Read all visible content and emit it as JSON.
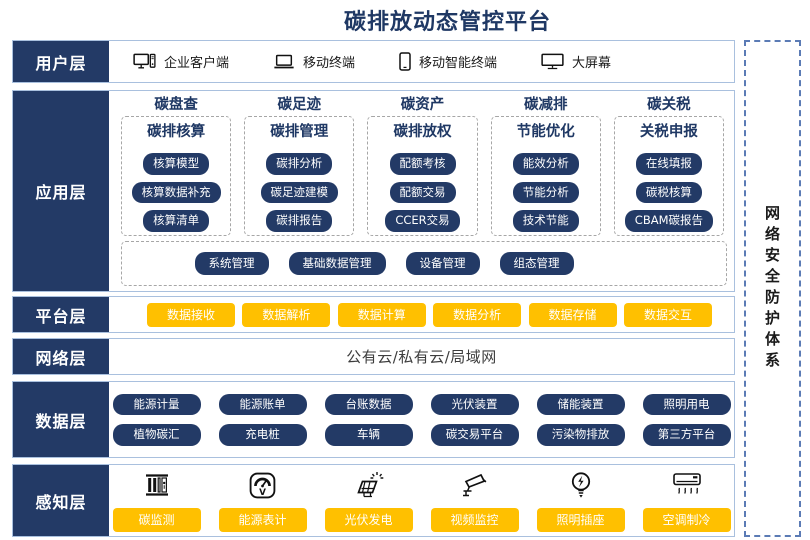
{
  "title": "碳排放动态管控平台",
  "security": {
    "label": "网络安全防护体系"
  },
  "user_layer": {
    "label": "用户层",
    "items": [
      {
        "icon": "desktop-computer-icon",
        "label": "企业客户端"
      },
      {
        "icon": "laptop-icon",
        "label": "移动终端"
      },
      {
        "icon": "smartphone-icon",
        "label": "移动智能终端"
      },
      {
        "icon": "monitor-icon",
        "label": "大屏幕"
      }
    ]
  },
  "app_layer": {
    "label": "应用层",
    "columns": [
      {
        "header": "碳盘查",
        "subheader": "碳排核算",
        "buttons": [
          "核算模型",
          "核算数据补充",
          "核算清单"
        ]
      },
      {
        "header": "碳足迹",
        "subheader": "碳排管理",
        "buttons": [
          "碳排分析",
          "碳足迹建模",
          "碳排报告"
        ]
      },
      {
        "header": "碳资产",
        "subheader": "碳排放权",
        "buttons": [
          "配额考核",
          "配额交易",
          "CCER交易"
        ]
      },
      {
        "header": "碳减排",
        "subheader": "节能优化",
        "buttons": [
          "能效分析",
          "节能分析",
          "技术节能"
        ]
      },
      {
        "header": "碳关税",
        "subheader": "关税申报",
        "buttons": [
          "在线填报",
          "碳税核算",
          "CBAM碳报告"
        ]
      }
    ],
    "management_buttons": [
      "系统管理",
      "基础数据管理",
      "设备管理",
      "组态管理"
    ]
  },
  "platform_layer": {
    "label": "平台层",
    "buttons": [
      "数据接收",
      "数据解析",
      "数据计算",
      "数据分析",
      "数据存储",
      "数据交互"
    ]
  },
  "network_layer": {
    "label": "网络层",
    "text": "公有云/私有云/局域网"
  },
  "data_layer": {
    "label": "数据层",
    "row1": [
      "能源计量",
      "能源账单",
      "台账数据",
      "光伏装置",
      "储能装置",
      "照明用电"
    ],
    "row2": [
      "植物碳汇",
      "充电桩",
      "车辆",
      "碳交易平台",
      "污染物排放",
      "第三方平台"
    ]
  },
  "perception_layer": {
    "label": "感知层",
    "items": [
      {
        "icon": "carbon-monitor-icon",
        "label": "碳监测"
      },
      {
        "icon": "energy-meter-icon",
        "label": "能源表计"
      },
      {
        "icon": "solar-panel-icon",
        "label": "光伏发电"
      },
      {
        "icon": "cctv-camera-icon",
        "label": "视频监控"
      },
      {
        "icon": "lightbulb-icon",
        "label": "照明插座"
      },
      {
        "icon": "air-conditioner-icon",
        "label": "空调制冷"
      }
    ]
  },
  "colors": {
    "navy": "#233A66",
    "title_navy": "#1F3864",
    "gold": "#FFC000",
    "row_border": "#A9C0DE",
    "dashed_gray": "#A6A6A6",
    "dashed_blue": "#5B7BB5"
  }
}
